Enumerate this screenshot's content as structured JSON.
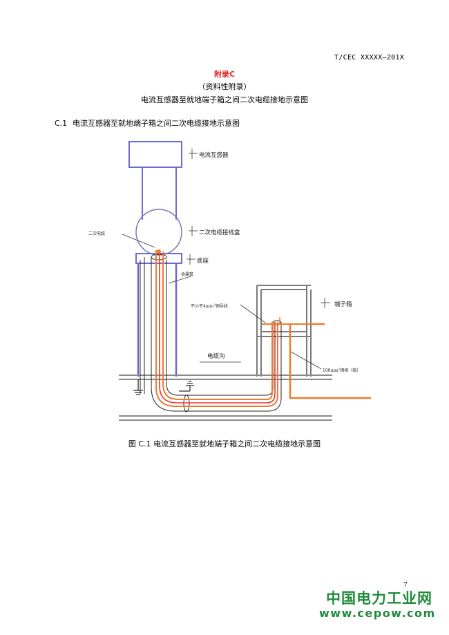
{
  "header": {
    "doc_code": "T/CEC XXXXX—201X"
  },
  "appendix": {
    "title": "附录C",
    "type": "（资料性附录）",
    "name": "电流互感器至就地端子箱之间二次电缆接地示意图"
  },
  "section": {
    "number": "C.1",
    "title": "电流互感器至就地端子箱之间二次电缆接地示意图"
  },
  "diagram": {
    "labels": {
      "ct": "电流互感器",
      "junction_box": "二次电缆接线盒",
      "secondary_cable": "二次电缆",
      "base": "底座",
      "metal_pipe": "金属管",
      "terminal_box": "端子箱",
      "copper_wire_prefix": "不小于4mm",
      "copper_wire_sup": "2",
      "copper_wire_suffix": "铜导线",
      "cable_trench": "电缆沟",
      "copper_bar_prefix": "100mm",
      "copper_bar_sup": "2",
      "copper_bar_suffix": "铜排（缆）"
    },
    "colors": {
      "structure": "#6b6bd6",
      "cable_orange": "#f07a2a",
      "cable_red": "#e8343a",
      "frame": "#7a7a7a",
      "ground": "#8a8a8a"
    }
  },
  "figure": {
    "caption": "图 C.1 电流互感器至就地端子箱之间二次电缆接地示意图"
  },
  "page": {
    "number": "7"
  },
  "watermark": {
    "name": "中国电力工业网",
    "url": "www.cepow.com"
  }
}
